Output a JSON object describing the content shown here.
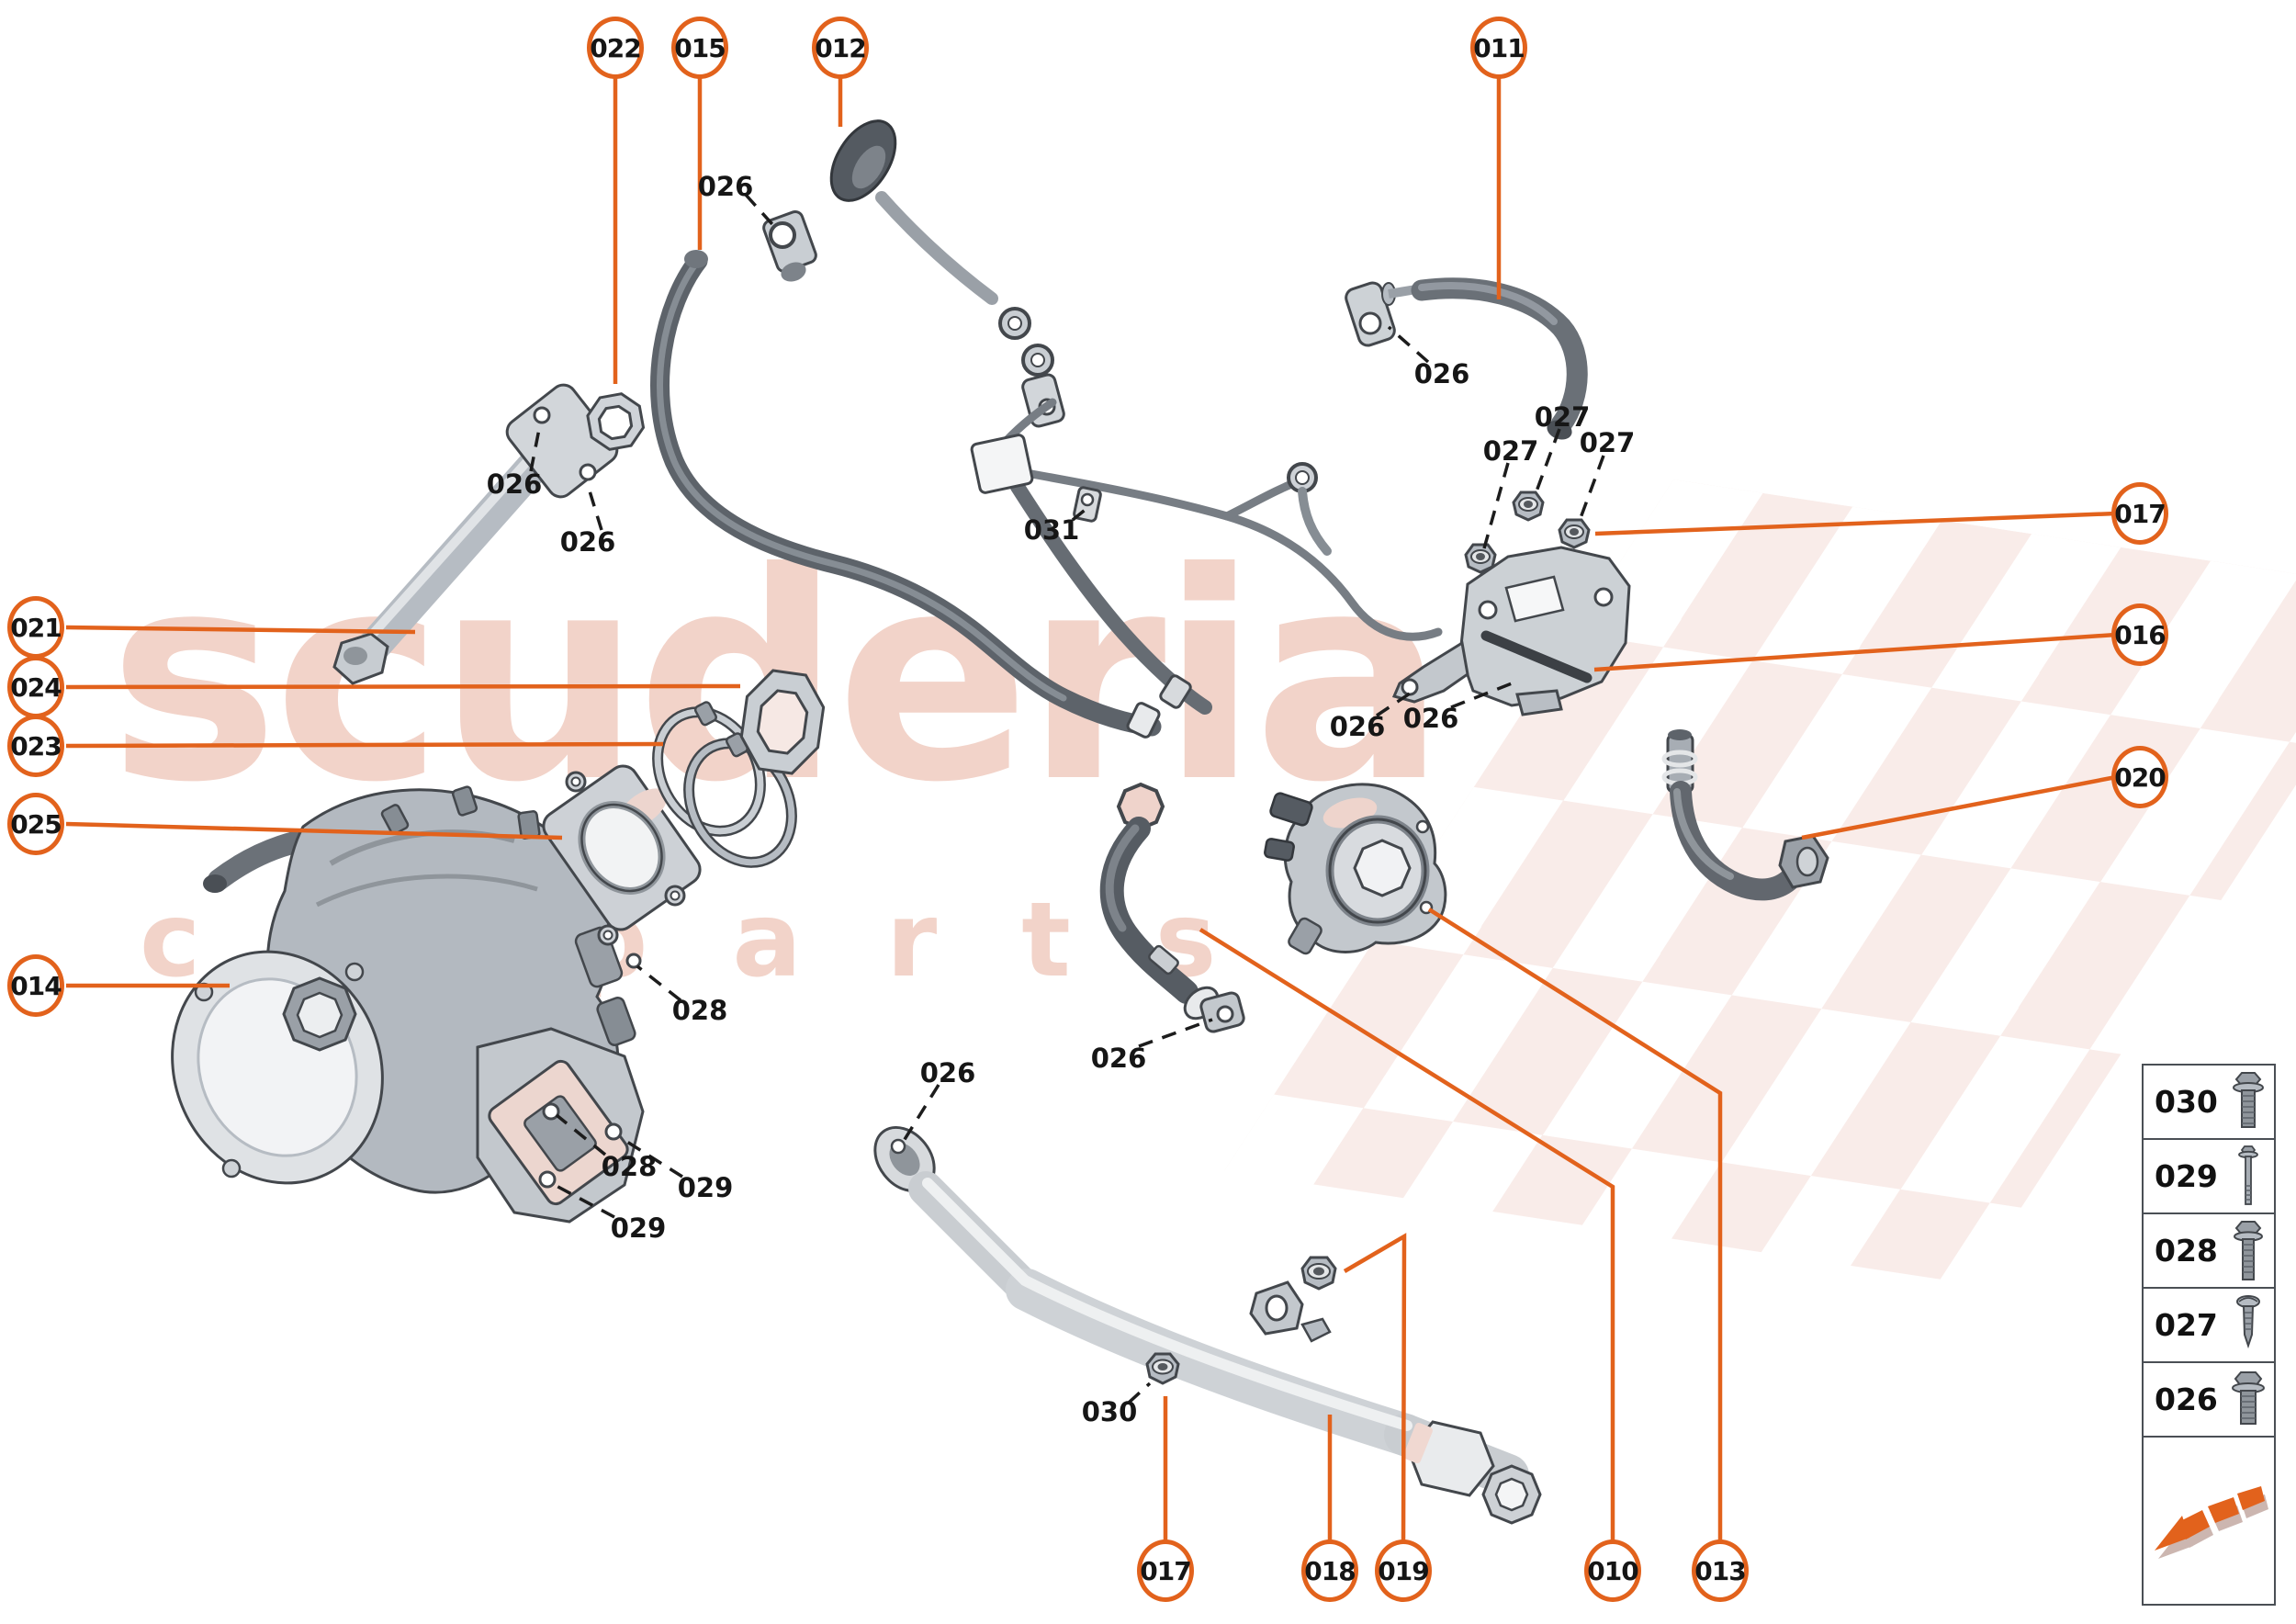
{
  "accent_color": "#E2621C",
  "watermark": {
    "line1": "scuderia",
    "line2": "carparts",
    "pattern": "checkered-flag"
  },
  "callouts": [
    {
      "label": "022"
    },
    {
      "label": "015"
    },
    {
      "label": "012"
    },
    {
      "label": "011"
    },
    {
      "label": "021"
    },
    {
      "label": "024"
    },
    {
      "label": "023"
    },
    {
      "label": "025"
    },
    {
      "label": "014"
    },
    {
      "label": "017"
    },
    {
      "label": "016"
    },
    {
      "label": "020"
    },
    {
      "label": "017"
    },
    {
      "label": "018"
    },
    {
      "label": "019"
    },
    {
      "label": "010"
    },
    {
      "label": "013"
    }
  ],
  "part_labels": [
    {
      "label": "026"
    },
    {
      "label": "026"
    },
    {
      "label": "026"
    },
    {
      "label": "026"
    },
    {
      "label": "031"
    },
    {
      "label": "027"
    },
    {
      "label": "027"
    },
    {
      "label": "027"
    },
    {
      "label": "026"
    },
    {
      "label": "026"
    },
    {
      "label": "028"
    },
    {
      "label": "028"
    },
    {
      "label": "029"
    },
    {
      "label": "029"
    },
    {
      "label": "026"
    },
    {
      "label": "026"
    },
    {
      "label": "030"
    }
  ],
  "legend": {
    "items": [
      {
        "number": "030",
        "icon": "hex-flange-bolt"
      },
      {
        "number": "029",
        "icon": "long-stud-bolt"
      },
      {
        "number": "028",
        "icon": "hex-flange-bolt-long"
      },
      {
        "number": "027",
        "icon": "self-tapping-screw"
      },
      {
        "number": "026",
        "icon": "hex-flange-bolt-short"
      }
    ],
    "logo": "scuderia-arrow-logo"
  }
}
